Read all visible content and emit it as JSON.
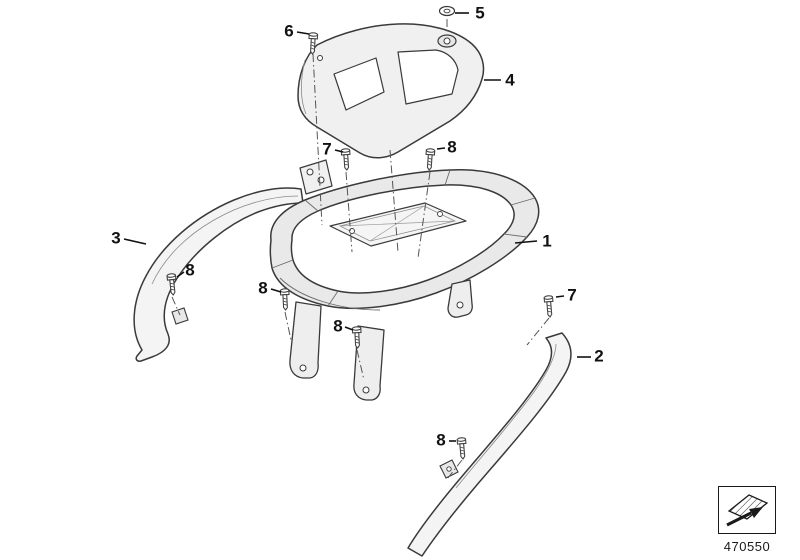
{
  "diagram": {
    "number": "470550"
  },
  "icons": {
    "stamp": "hatched-plate-arrow-icon"
  },
  "callouts": [
    {
      "label": "5"
    },
    {
      "label": "6"
    },
    {
      "label": "4"
    },
    {
      "label": "7"
    },
    {
      "label": "8"
    },
    {
      "label": "3"
    },
    {
      "label": "1"
    },
    {
      "label": "8"
    },
    {
      "label": "8"
    },
    {
      "label": "7"
    },
    {
      "label": "8"
    },
    {
      "label": "2"
    },
    {
      "label": "8"
    }
  ]
}
